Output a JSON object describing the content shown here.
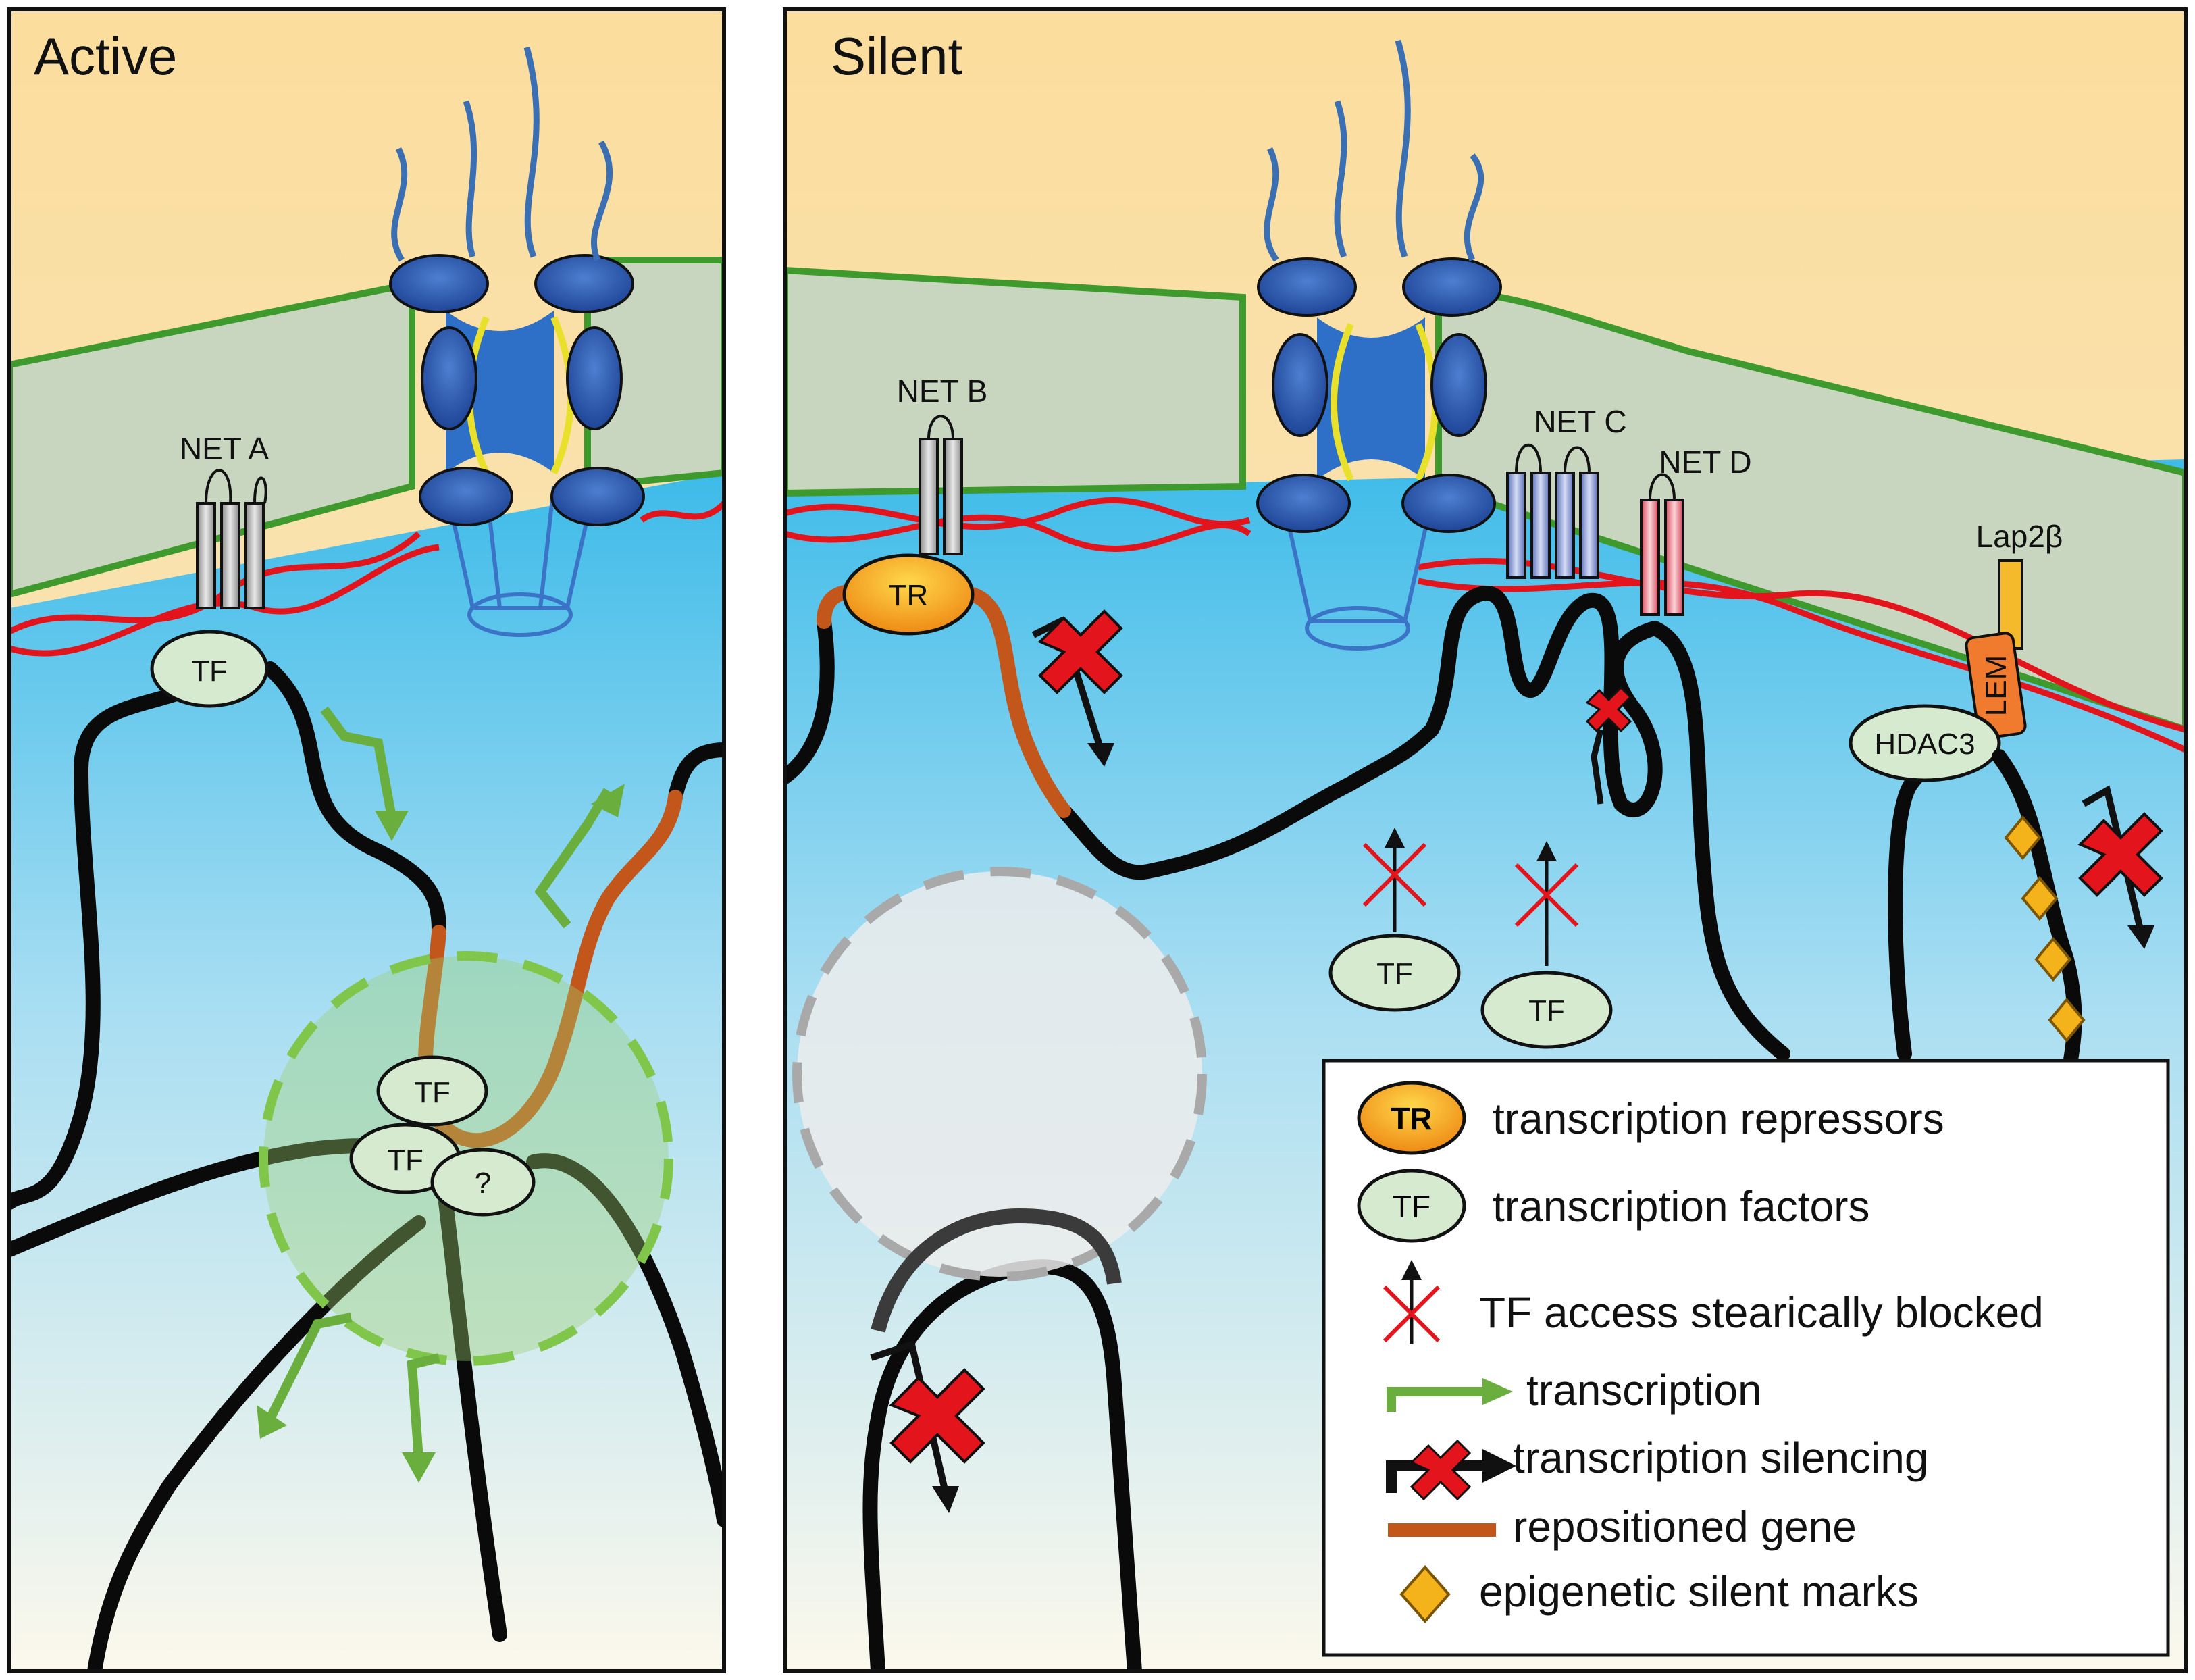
{
  "panels": {
    "active": {
      "title": "Active"
    },
    "silent": {
      "title": "Silent"
    }
  },
  "proteins": {
    "net_a": "NET A",
    "net_b": "NET B",
    "net_c": "NET C",
    "net_d": "NET D",
    "lap2b": "Lap2β",
    "lem": "LEM",
    "hdac3": "HDAC3",
    "tf": "TF",
    "tr": "TR",
    "unknown": "?"
  },
  "legend": {
    "items": [
      {
        "key": "tr",
        "symbol_text": "TR",
        "label": "transcription repressors"
      },
      {
        "key": "tf",
        "symbol_text": "TF",
        "label": "transcription factors"
      },
      {
        "key": "blocked",
        "label": "TF access stearically blocked"
      },
      {
        "key": "transcription",
        "label": "transcription"
      },
      {
        "key": "silencing",
        "label": "transcription silencing"
      },
      {
        "key": "repositioned",
        "label": "repositioned gene"
      },
      {
        "key": "marks",
        "label": "epigenetic silent marks"
      }
    ]
  },
  "colors": {
    "cytoplasm": "#fbe3a6",
    "nucleoplasm": "#56c6ec",
    "envelope": "#c9d6bf",
    "membrane": "#3f9a2e",
    "lamina": "#e3141b",
    "pore": "#2f5faf",
    "chromatin": "#0a0a0a",
    "repositioned_gene": "#c2561b",
    "transcription_arrow": "#6aaf3d",
    "silencing_cross": "#e3141b",
    "tf_fill": "#d6ead0",
    "tr_fill": "#f3a21f",
    "epigenetic_mark": "#f4b31b"
  }
}
